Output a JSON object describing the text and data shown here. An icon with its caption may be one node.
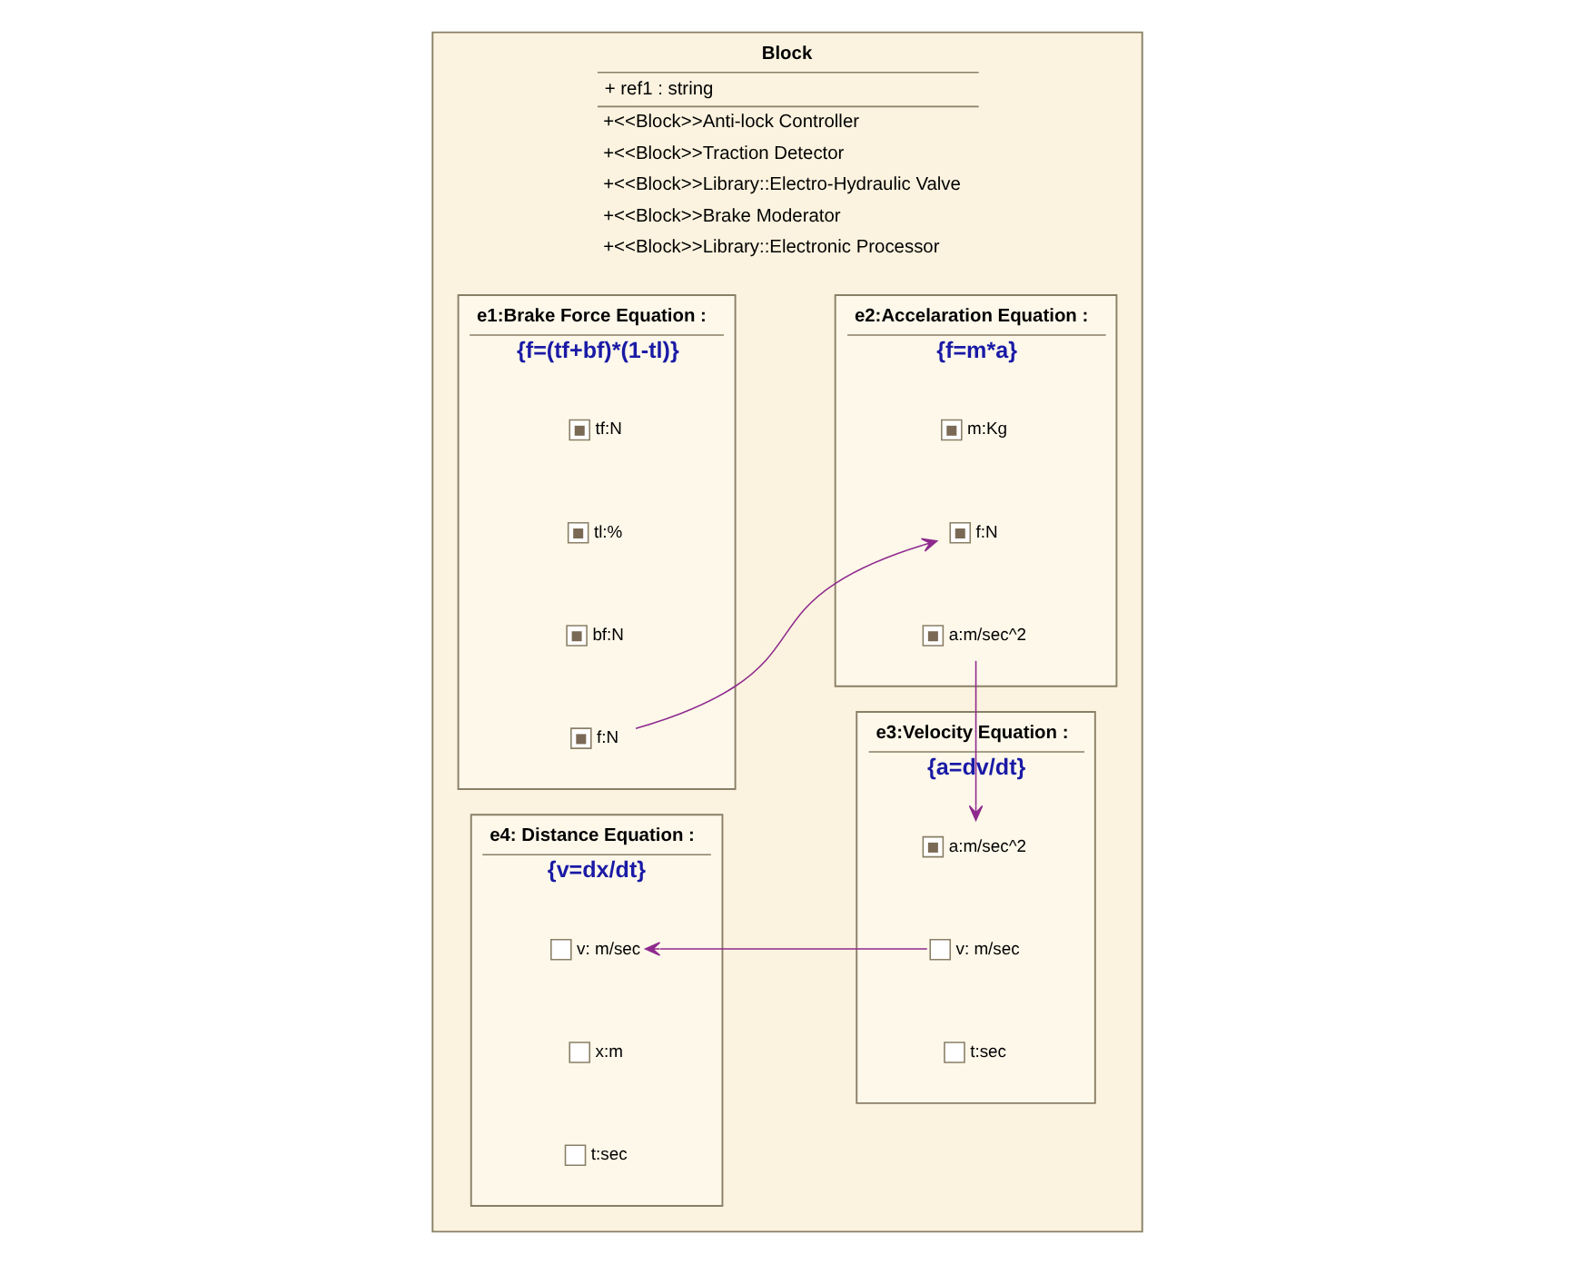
{
  "diagram": {
    "nodes": [
      {
        "text": [
          "Block",
          "+ ref1 : string",
          "+<<Block>>Anti-lock Controller",
          "+<<Block>>Traction Detector",
          "+<<Block>>Library::Electro-Hydraulic Valve",
          "+<<Block>>Brake Moderator",
          "+<<Block>>Library::Electronic Processor"
        ]
      },
      {
        "text": [
          "e1:Brake Force Equation :",
          "{f=(tf+bf)*(1-tl)}"
        ],
        "in": 0
      },
      {
        "text": [
          "tf:N"
        ],
        "in": 1
      },
      {
        "text": [
          "tl:%"
        ],
        "in": 1
      },
      {
        "text": [
          "bf:N"
        ],
        "in": 1
      },
      {
        "text": [
          "f:N"
        ],
        "in": 1
      },
      {
        "text": [
          "e2:Accelaration Equation :",
          "{f=m*a}"
        ],
        "in": 0
      },
      {
        "text": [
          "m:Kg"
        ],
        "in": 6
      },
      {
        "text": [
          "f:N"
        ],
        "in": 6
      },
      {
        "text": [
          "a:m/sec^2"
        ],
        "in": 6
      },
      {
        "text": [
          "e4: Distance Equation :",
          "{v=dx/dt}"
        ],
        "in": 0
      },
      {
        "text": [
          "v: m/sec"
        ],
        "in": 10
      },
      {
        "text": [
          "x:m"
        ],
        "in": 10
      },
      {
        "text": [
          "t:sec"
        ],
        "in": 10
      },
      {
        "text": [
          "e3:Velocity Equation :",
          "{a=dv/dt}"
        ],
        "in": 0
      },
      {
        "text": [
          "a:m/sec^2"
        ],
        "in": 14
      },
      {
        "text": [
          "v: m/sec"
        ],
        "in": 14
      },
      {
        "text": [
          "t:sec"
        ],
        "in": 14
      }
    ],
    "edges": [
      {
        "from": 5,
        "to": 8,
        "arrow": "to"
      },
      {
        "from": 9,
        "to": 15,
        "arrow": "to"
      },
      {
        "from": 16,
        "to": 11,
        "arrow": "to"
      }
    ]
  }
}
